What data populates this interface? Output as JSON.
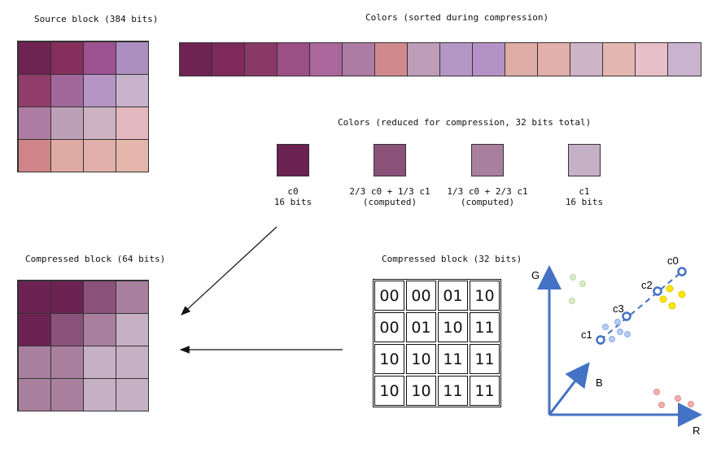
{
  "source_block": {
    "title": "Source block (384 bits)",
    "colors": [
      "#6e2352",
      "#862e5c",
      "#9c5290",
      "#ad8ec0",
      "#903d6a",
      "#a2689c",
      "#b695c4",
      "#c7b4cc",
      "#ad7ca4",
      "#bda0b8",
      "#cdb3c1",
      "#e3b8c0",
      "#cf8488",
      "#e0aaa4",
      "#e1b0aa",
      "#e4b6ac"
    ]
  },
  "sorted_colors": {
    "title": "Colors (sorted during compression)",
    "colors": [
      "#6e2352",
      "#7d2a5a",
      "#8a3866",
      "#9c4f84",
      "#a9679b",
      "#ad7ca4",
      "#d08a8e",
      "#bd9db7",
      "#b497c4",
      "#b592c6",
      "#e0ada6",
      "#e1b0aa",
      "#ceb4c7",
      "#e4b6b0",
      "#e6bfc9",
      "#c9b3ce"
    ]
  },
  "reduced": {
    "title": "Colors (reduced for compression, 32 bits total)",
    "items": [
      {
        "color": "#6c2252",
        "line1": "c0",
        "line2": "16 bits"
      },
      {
        "color": "#8a5278",
        "line1": "2/3 c0 + 1/3 c1",
        "line2": "(computed)"
      },
      {
        "color": "#a8809e",
        "line1": "1/3 c0 + 2/3 c1",
        "line2": "(computed)"
      },
      {
        "color": "#c6b0c6",
        "line1": "c1",
        "line2": "16 bits"
      }
    ]
  },
  "compressed64": {
    "title": "Compressed block (64 bits)",
    "colors": [
      "#6c2252",
      "#6c2252",
      "#8a5278",
      "#a8809e",
      "#6c2252",
      "#8a5278",
      "#a8809e",
      "#c6b0c6",
      "#a8809e",
      "#a8809e",
      "#c6b0c6",
      "#c6b0c6",
      "#a8809e",
      "#a8809e",
      "#c6b0c6",
      "#c6b0c6"
    ]
  },
  "compressed32": {
    "title": "Compressed block (32 bits)",
    "cells": [
      "00",
      "00",
      "01",
      "10",
      "00",
      "01",
      "10",
      "11",
      "10",
      "10",
      "11",
      "11",
      "10",
      "10",
      "11",
      "11"
    ]
  },
  "plot": {
    "axis_g": "G",
    "axis_r": "R",
    "axis_b": "B",
    "labels": [
      "c0",
      "c2",
      "c3",
      "c1"
    ],
    "colors": {
      "axis": "#4472c4",
      "yellow": "#ffe600",
      "red": "#f4a3a3",
      "green": "#cfe8bf",
      "blue": "#a9c3ee"
    }
  }
}
